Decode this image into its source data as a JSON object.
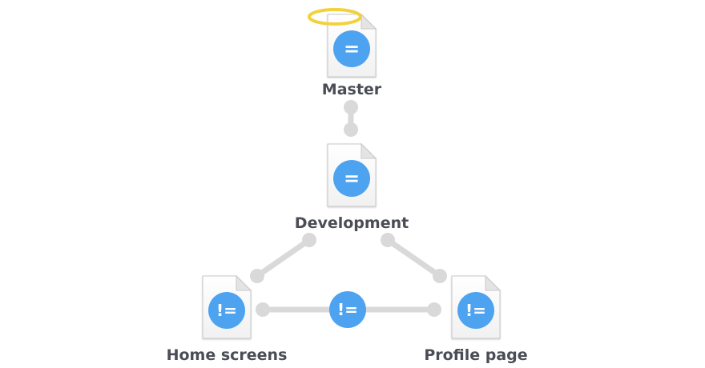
{
  "colors": {
    "badge": "#4da3f0",
    "connector": "#d9d9d9",
    "halo": "#f2d23c",
    "label": "#4a4d55",
    "doc_stroke": "#c8c8c8"
  },
  "nodes": {
    "master": {
      "label": "Master",
      "symbol": "=",
      "icon": "document-equal-icon",
      "halo": "halo-icon"
    },
    "development": {
      "label": "Development",
      "symbol": "=",
      "icon": "document-equal-icon"
    },
    "home_screens": {
      "label": "Home screens",
      "symbol": "!=",
      "icon": "document-not-equal-icon"
    },
    "profile_page": {
      "label": "Profile page",
      "symbol": "!=",
      "icon": "document-not-equal-icon"
    },
    "compare": {
      "symbol": "!=",
      "icon": "not-equal-badge-icon"
    }
  }
}
